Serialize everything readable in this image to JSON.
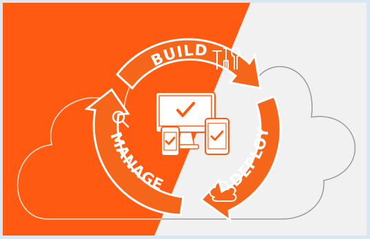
{
  "diagram": {
    "labels": {
      "build": "BUILD",
      "deploy": "DEPLOY",
      "manage": "MANAGE"
    },
    "colors": {
      "accent": "#ff5a12",
      "arrow": "#f6661a",
      "background_light": "#f1f1f1",
      "cloud_stroke": "#9a9a9a",
      "white": "#ffffff"
    },
    "icons": {
      "build": "tools-icon",
      "deploy": "cloud-icon",
      "manage": "magnifier-icon",
      "center": "devices-checkmark-icon"
    }
  }
}
